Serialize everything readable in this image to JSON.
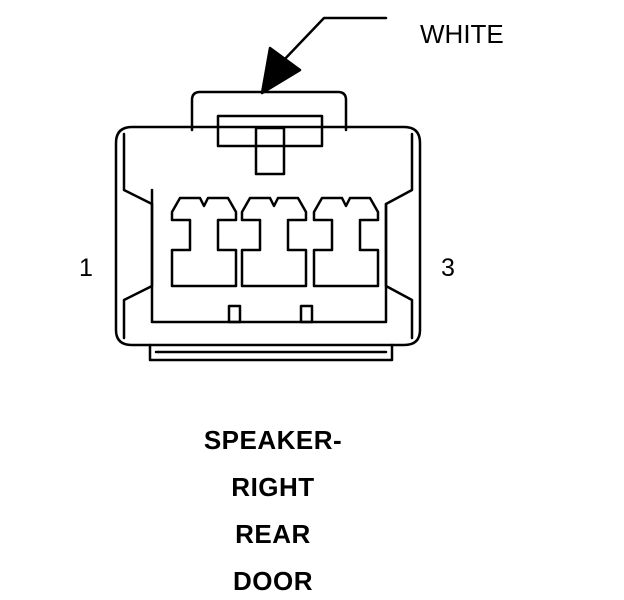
{
  "connector": {
    "color_label": "WHITE",
    "pin_left_label": "1",
    "pin_right_label": "3",
    "cavity_count": 3
  },
  "caption": {
    "line1": "SPEAKER-",
    "line2": "RIGHT",
    "line3": "REAR",
    "line4": "DOOR"
  },
  "colors": {
    "ink": "#000000",
    "background": "#ffffff"
  }
}
